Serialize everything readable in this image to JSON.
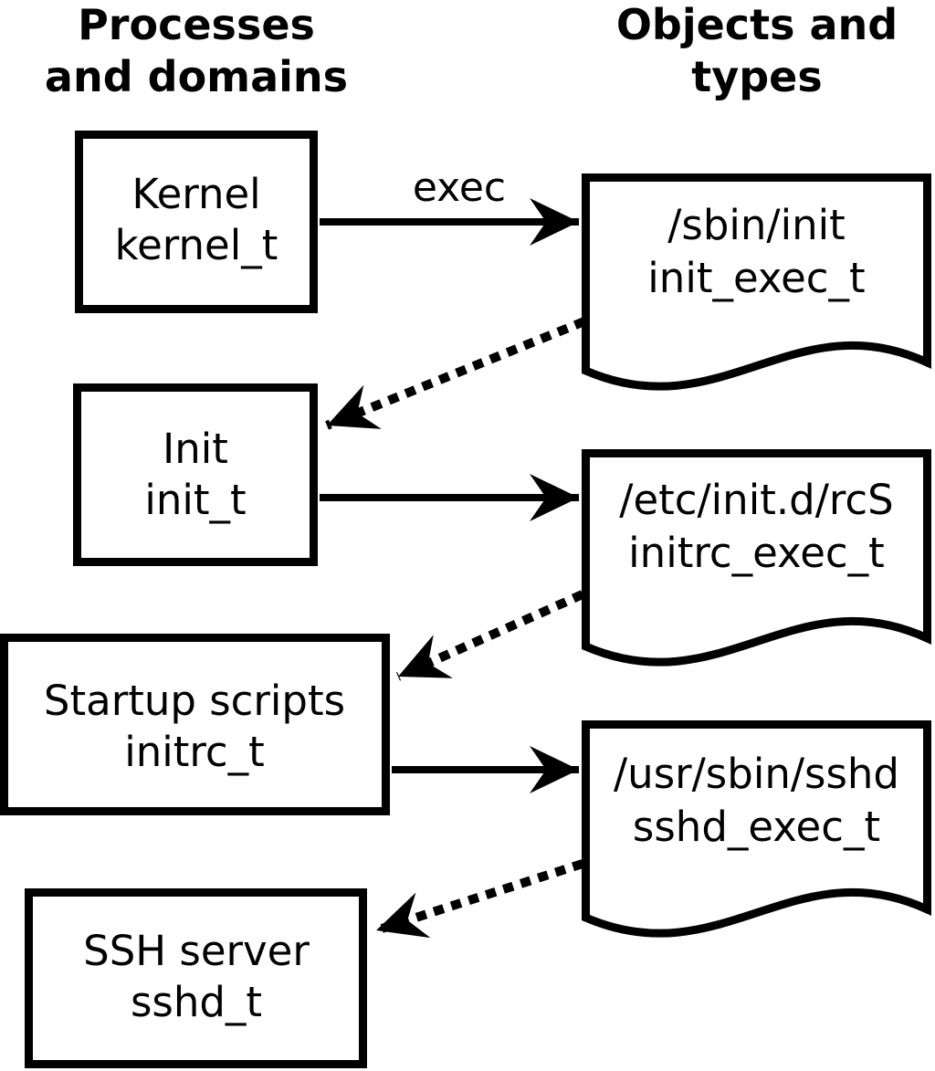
{
  "diagram": {
    "description_headers": {
      "left": {
        "line1": "Processes",
        "line2": "and domains"
      },
      "right": {
        "line1": "Objects and",
        "line2": "types"
      }
    }
  },
  "processes": [
    {
      "label": "Kernel",
      "domain": "kernel_t"
    },
    {
      "label": "Init",
      "domain": "init_t"
    },
    {
      "label": "Startup scripts",
      "domain": "initrc_t"
    },
    {
      "label": "SSH server",
      "domain": "sshd_t"
    }
  ],
  "objects": [
    {
      "path": "/sbin/init",
      "type": "init_exec_t"
    },
    {
      "path": "/etc/init.d/rcS",
      "type": "initrc_exec_t"
    },
    {
      "path": "/usr/sbin/sshd",
      "type": "sshd_exec_t"
    }
  ],
  "edges": [
    {
      "from": "kernel_t",
      "to": "init_exec_t",
      "style": "solid",
      "label": "exec"
    },
    {
      "from": "init_exec_t",
      "to": "init_t",
      "style": "dotted",
      "label": ""
    },
    {
      "from": "init_t",
      "to": "initrc_exec_t",
      "style": "solid",
      "label": ""
    },
    {
      "from": "initrc_exec_t",
      "to": "initrc_t",
      "style": "dotted",
      "label": ""
    },
    {
      "from": "initrc_t",
      "to": "sshd_exec_t",
      "style": "solid",
      "label": ""
    },
    {
      "from": "sshd_exec_t",
      "to": "sshd_t",
      "style": "dotted",
      "label": ""
    }
  ],
  "colors": {
    "stroke": "#000000",
    "text": "#000000",
    "background": "#ffffff"
  }
}
